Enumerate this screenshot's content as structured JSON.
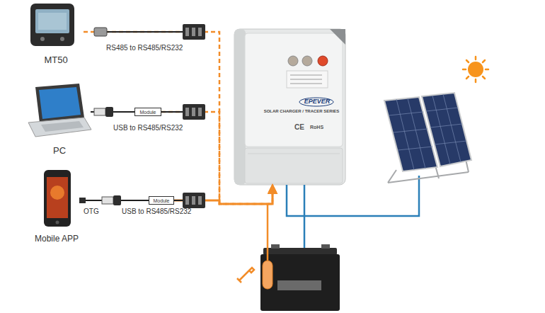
{
  "diagram": {
    "nodes": [
      {
        "text": [
          "MT50"
        ]
      },
      {
        "text": [
          "PC"
        ]
      },
      {
        "text": [
          "Module"
        ]
      },
      {
        "text": [
          "Mobile APP"
        ]
      },
      {
        "text": [
          "Module"
        ]
      },
      {
        "text": [
          "EPEVER",
          "SOLAR CHARGER / TRACER SERIES",
          "CE",
          "RoHS"
        ]
      }
    ],
    "edges": [
      {
        "from": 0,
        "to": 5,
        "label": "RS485 to RS485/RS232",
        "arrow": "to"
      },
      {
        "from": 1,
        "to": 2,
        "arrow": "none"
      },
      {
        "from": 2,
        "to": 5,
        "label": "USB to RS485/RS232",
        "arrow": "to"
      },
      {
        "from": 3,
        "to": 4,
        "label": "OTG",
        "arrow": "none"
      },
      {
        "from": 4,
        "to": 5,
        "label": "USB to RS485/RS232",
        "arrow": "to"
      }
    ]
  }
}
